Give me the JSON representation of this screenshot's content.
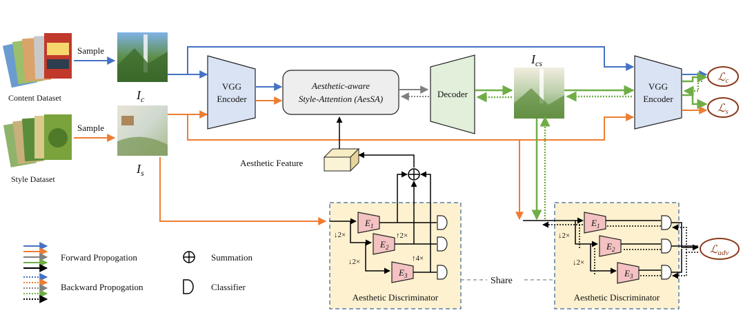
{
  "datasets": {
    "content": "Content Dataset",
    "style": "Style Dataset",
    "sample_label": "Sample"
  },
  "images": {
    "content": {
      "sym": "I",
      "sub": "c"
    },
    "style": {
      "sym": "I",
      "sub": "s"
    },
    "stylized": {
      "sym": "I",
      "sub": "cs"
    }
  },
  "modules": {
    "vgg_encoder": [
      "VGG",
      "Encoder"
    ],
    "aessa": [
      "Aesthetic-aware",
      "Style-Attention (AesSA)"
    ],
    "decoder": "Decoder",
    "aesthetic_feature": "Aesthetic Feature",
    "discriminator_title": "Aesthetic Discriminator",
    "share": "Share"
  },
  "encoders": [
    {
      "sym": "E",
      "sub": "1"
    },
    {
      "sym": "E",
      "sub": "2"
    },
    {
      "sym": "E",
      "sub": "3"
    }
  ],
  "scales": {
    "down": "↓2×",
    "up2": "↑2×",
    "up4": "↑4×"
  },
  "losses": [
    {
      "sym": "ℒ",
      "sub": "c"
    },
    {
      "sym": "ℒ",
      "sub": "s"
    },
    {
      "sym": "ℒ",
      "sub": "adv"
    }
  ],
  "legend": {
    "forward": "Forward Propogation",
    "backward": "Backward Propogation",
    "summation": "Summation",
    "classifier": "Classifier"
  },
  "colors": {
    "content": "#4472c4",
    "style": "#ed7d31",
    "stylized": "#70ad47",
    "gray": "#7f7f7f",
    "black": "#000000",
    "encoder_fill": "#dae3f3",
    "decoder_fill": "#e2efda",
    "disc_fill": "#fdf1cf",
    "disc_border": "#5b7fa8",
    "e_fill": "#f4c2c2",
    "loss_border": "#8b3a1a"
  }
}
